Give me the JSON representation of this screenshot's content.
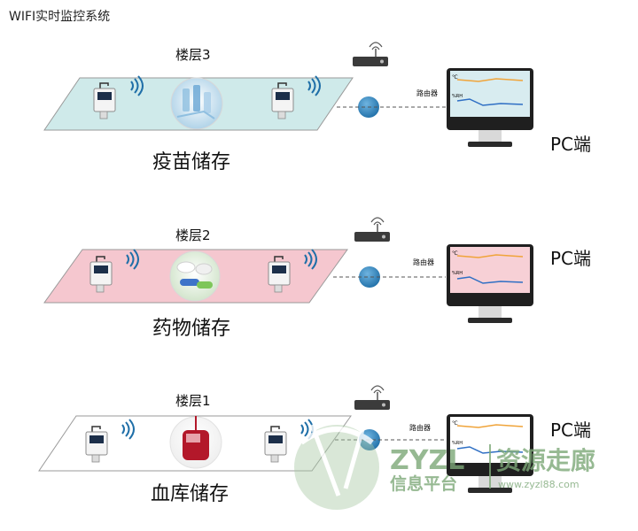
{
  "title": "WIFI实时监控系统",
  "colors": {
    "floor3": "#cfeaea",
    "floor2": "#f5c7cf",
    "floor1": "#ffffff",
    "connector": "#1f6fa8",
    "screen_line_orange": "#f0a43a",
    "screen_line_blue": "#2f6fc4",
    "watermark": "#7da878"
  },
  "floors": [
    {
      "floor_label": "楼层3",
      "zone_label": "疫苗储存",
      "image": "vaccine-vials",
      "pc_label": "PC端",
      "router_label": "路由器"
    },
    {
      "floor_label": "楼层2",
      "zone_label": "药物储存",
      "image": "pill-capsules",
      "pc_label": "PC端",
      "router_label": "路由器"
    },
    {
      "floor_label": "楼层1",
      "zone_label": "血库储存",
      "image": "blood-bag",
      "pc_label": "PC端",
      "router_label": "路由器"
    }
  ],
  "screen_labels": {
    "temp": "℃",
    "humidity": "%RH"
  },
  "watermark": {
    "brand": "ZYZL",
    "name": "资源走廊",
    "sub": "信息平台",
    "url": "www.zyzl88.com"
  }
}
